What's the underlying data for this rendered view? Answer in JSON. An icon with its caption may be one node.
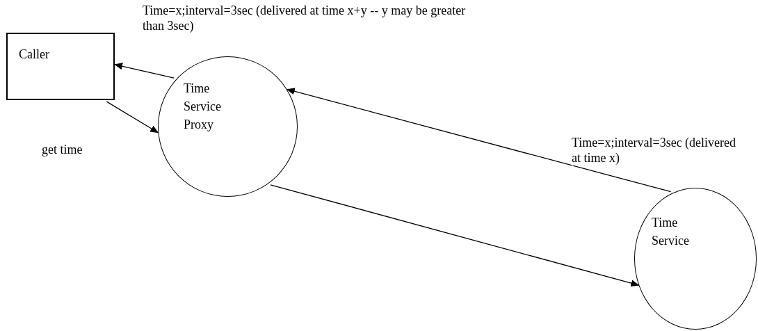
{
  "diagram": {
    "nodes": [
      {
        "text": [
          "Caller"
        ]
      },
      {
        "text": [
          "Time Service Proxy"
        ]
      },
      {
        "text": [
          "Time Service"
        ]
      }
    ],
    "edges": [
      {
        "from": 1,
        "to": 0,
        "arrow": "to",
        "label": "Time=x;interval=3sec (delivered at time x+y -- y may be greater than 3sec)"
      },
      {
        "from": 0,
        "to": 1,
        "arrow": "to",
        "label": "get time"
      },
      {
        "from": 2,
        "to": 1,
        "arrow": "to",
        "label": "Time=x;interval=3sec (delivered at time x)"
      },
      {
        "from": 1,
        "to": 2,
        "arrow": "to"
      }
    ]
  }
}
